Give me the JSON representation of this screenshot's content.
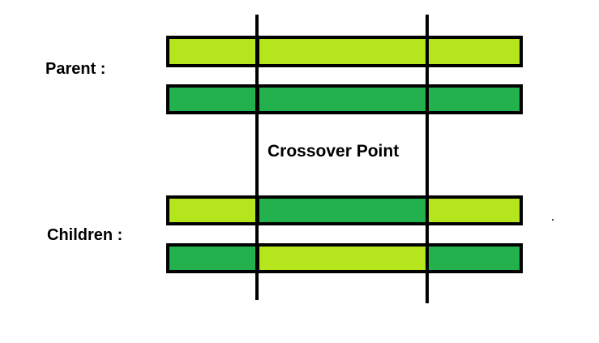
{
  "labels": {
    "parent": "Parent :",
    "children": "Children :",
    "crossover": "Crossover Point"
  },
  "colors": {
    "light_green": "#b5e61d",
    "dark_green": "#22b14c",
    "outline": "#000000"
  },
  "chromosomes": [
    {
      "group": "parent",
      "segments": [
        "light_green",
        "light_green",
        "light_green"
      ]
    },
    {
      "group": "parent",
      "segments": [
        "dark_green",
        "dark_green",
        "dark_green"
      ]
    },
    {
      "group": "children",
      "segments": [
        "light_green",
        "dark_green",
        "light_green"
      ]
    },
    {
      "group": "children",
      "segments": [
        "dark_green",
        "light_green",
        "dark_green"
      ]
    }
  ]
}
